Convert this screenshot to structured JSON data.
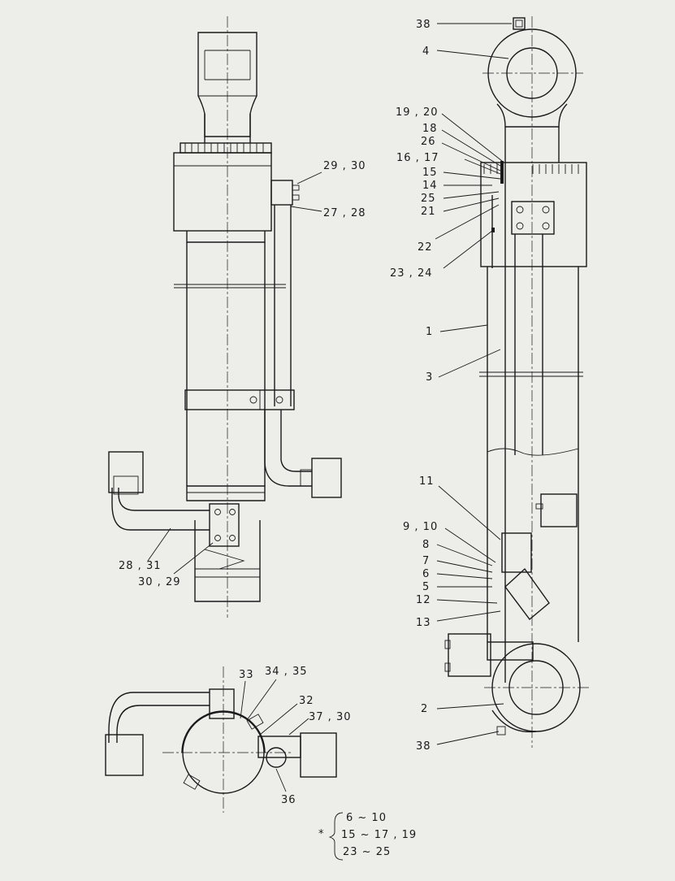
{
  "colors": {
    "background": "#ededea",
    "ink": "#1a1a1a"
  },
  "labels": {
    "l38_top": "38",
    "l4": "4",
    "l19_20": "19 , 20",
    "l18": "18",
    "l26": "26",
    "l16_17": "16 , 17",
    "l15": "15",
    "l14": "14",
    "l25": "25",
    "l21": "21",
    "l22": "22",
    "l23_24": "23 , 24",
    "l1": "1",
    "l3": "3",
    "l11": "11",
    "l9_10": "9 , 10",
    "l8": "8",
    "l7": "7",
    "l6": "6",
    "l5": "5",
    "l12": "12",
    "l13": "13",
    "l2": "2",
    "l38_bottom": "38",
    "l29_30": "29 , 30",
    "l27_28": "27 , 28",
    "l28_31": "28 ,  31",
    "l30_29": "30 , 29",
    "l33": "33",
    "l34_35": "34 , 35",
    "l32": "32",
    "l37_30": "37 ,  30",
    "l36": "36"
  },
  "note": {
    "asterisk": "*",
    "line1": "6 ~ 10",
    "line2": "15 ~ 17 , 19",
    "line3": "23 ~ 25"
  }
}
